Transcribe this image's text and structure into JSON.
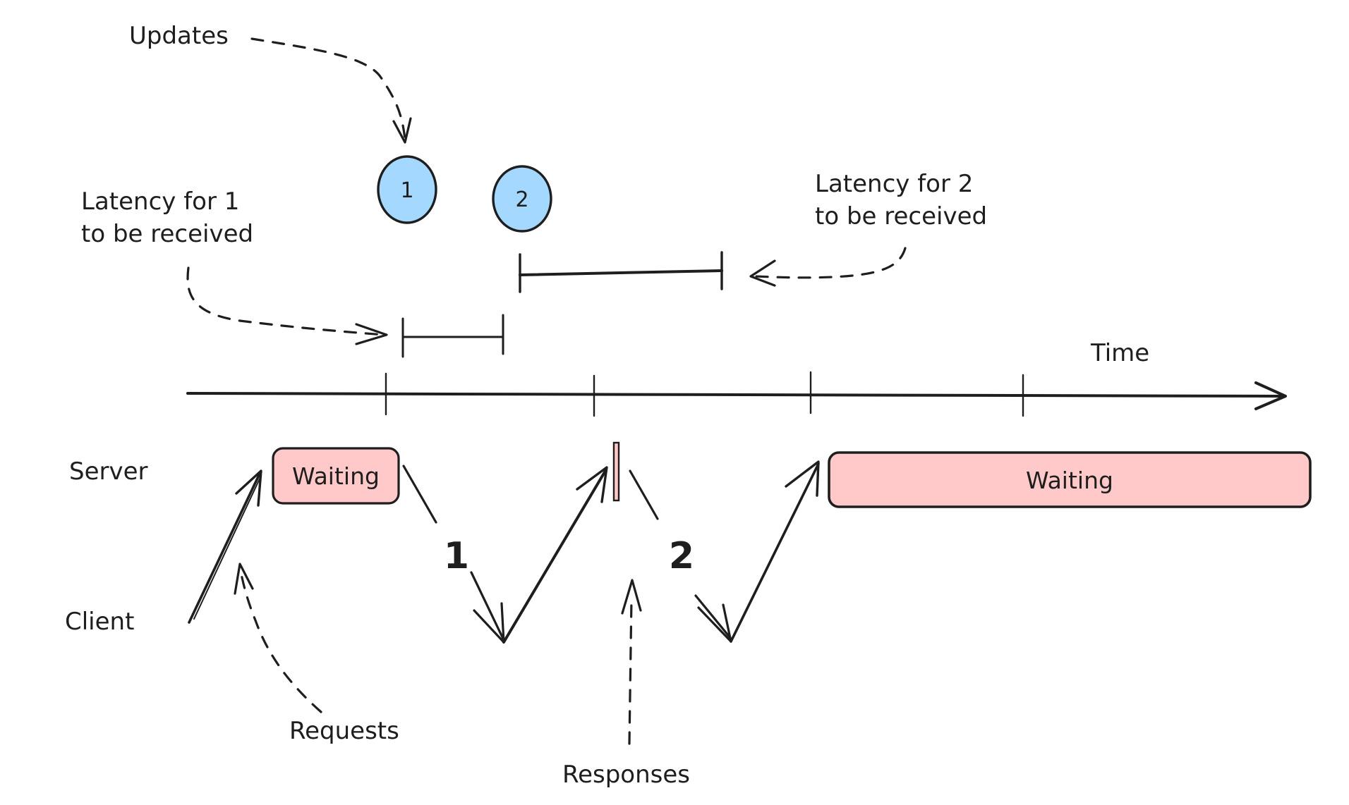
{
  "diagram": {
    "colors": {
      "stroke": "#1e1e1e",
      "update_fill": "#a5d8ff",
      "waiting_fill": "#ffc9c9",
      "background": "#ffffff"
    },
    "axis": {
      "label": "Time",
      "tick_count": 4
    },
    "lanes": {
      "server": "Server",
      "client": "Client"
    },
    "updates": {
      "label": "Updates",
      "items": [
        {
          "id": "1",
          "label": "1"
        },
        {
          "id": "2",
          "label": "2"
        }
      ]
    },
    "latency": [
      {
        "label_line1": "Latency for 1",
        "label_line2": "to be received"
      },
      {
        "label_line1": "Latency for 2",
        "label_line2": "to be received"
      }
    ],
    "server_states": [
      {
        "label": "Waiting"
      },
      {
        "label": "Waiting"
      }
    ],
    "responses_numbers": [
      "1",
      "2"
    ],
    "annotations": {
      "requests": "Requests",
      "responses": "Responses"
    }
  }
}
